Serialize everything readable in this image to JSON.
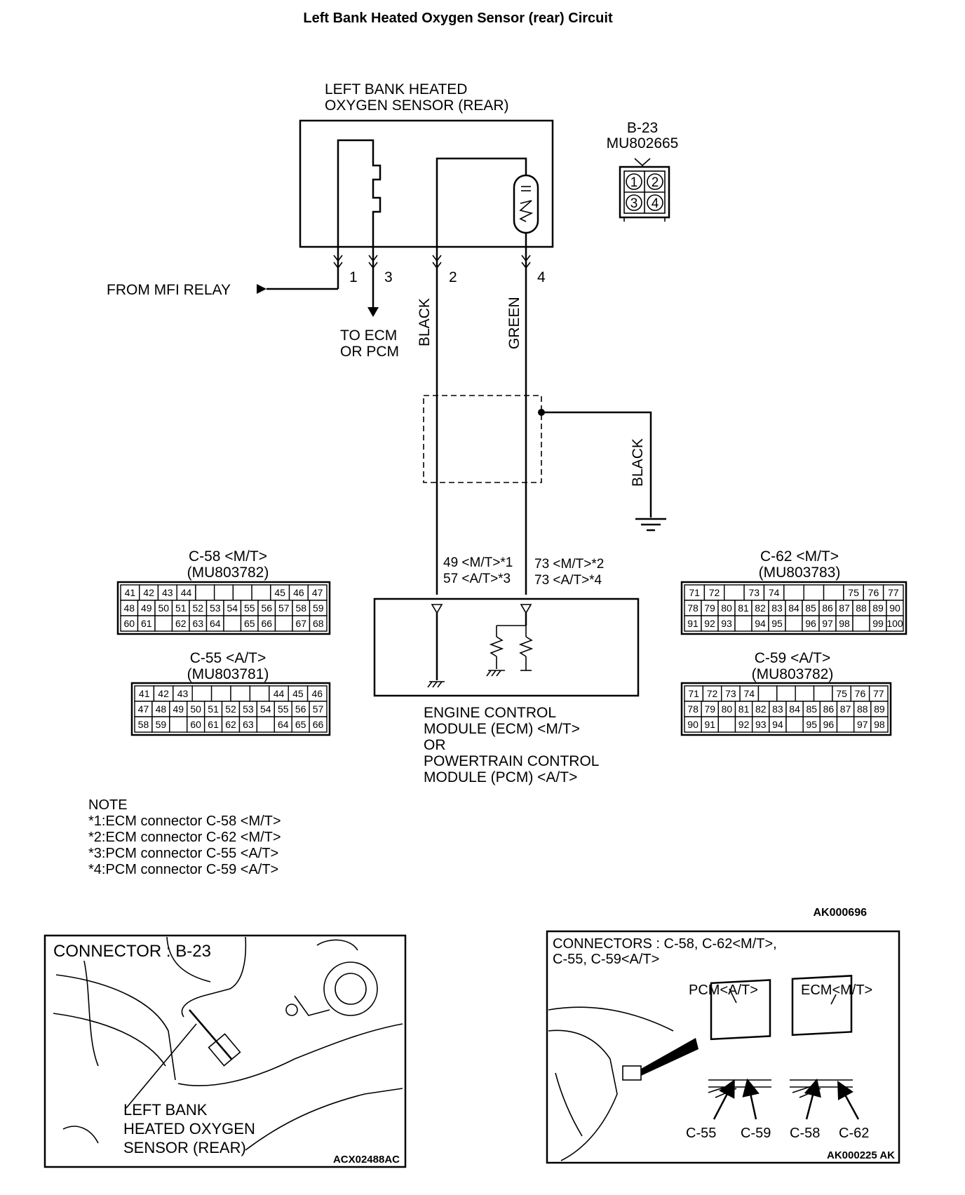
{
  "title": "Left Bank Heated Oxygen Sensor (rear) Circuit",
  "sensor_label": [
    "LEFT BANK HEATED",
    "OXYGEN SENSOR (REAR)"
  ],
  "connector_b23": {
    "id": "B-23",
    "part": "MU802665",
    "pins": [
      "1",
      "2",
      "3",
      "4"
    ]
  },
  "wires": {
    "pin1": "1",
    "pin2": "2",
    "pin3": "3",
    "pin4": "4",
    "from_mfi": "FROM MFI RELAY",
    "to_ecm": [
      "TO ECM",
      "OR PCM"
    ],
    "black": "BLACK",
    "green": "GREEN",
    "ground_black": "BLACK",
    "term_left": [
      "49 <M/T>*1",
      "57 <A/T>*3"
    ],
    "term_right": [
      "73 <M/T>*2",
      "73 <A/T>*4"
    ]
  },
  "module_label": [
    "ENGINE CONTROL",
    "MODULE (ECM) <M/T>",
    "OR",
    "POWERTRAIN CONTROL",
    "MODULE (PCM) <A/T>"
  ],
  "connectors": [
    {
      "id": "c58",
      "title": "C-58 <M/T>",
      "part": "(MU803782)",
      "rows": [
        [
          "41",
          "42",
          "43",
          "44",
          "",
          "",
          "",
          "",
          "45",
          "46",
          "47"
        ],
        [
          "48",
          "49",
          "50",
          "51",
          "52",
          "53",
          "54",
          "55",
          "56",
          "57",
          "58",
          "59"
        ],
        [
          "60",
          "61",
          "",
          "62",
          "63",
          "64",
          "",
          "65",
          "66",
          "",
          "67",
          "68"
        ]
      ]
    },
    {
      "id": "c55",
      "title": "C-55 <A/T>",
      "part": "(MU803781)",
      "rows": [
        [
          "41",
          "42",
          "43",
          "",
          "",
          "",
          "",
          "44",
          "45",
          "46"
        ],
        [
          "47",
          "48",
          "49",
          "50",
          "51",
          "52",
          "53",
          "54",
          "55",
          "56",
          "57"
        ],
        [
          "58",
          "59",
          "",
          "60",
          "61",
          "62",
          "63",
          "",
          "64",
          "65",
          "66"
        ]
      ]
    },
    {
      "id": "c62",
      "title": "C-62 <M/T>",
      "part": "(MU803783)",
      "rows": [
        [
          "71",
          "72",
          "",
          "73",
          "74",
          "",
          "",
          "",
          "75",
          "76",
          "77"
        ],
        [
          "78",
          "79",
          "80",
          "81",
          "82",
          "83",
          "84",
          "85",
          "86",
          "87",
          "88",
          "89",
          "90"
        ],
        [
          "91",
          "92",
          "93",
          "",
          "94",
          "95",
          "",
          "96",
          "97",
          "98",
          "",
          "99",
          "100"
        ]
      ]
    },
    {
      "id": "c59",
      "title": "C-59 <A/T>",
      "part": "(MU803782)",
      "rows": [
        [
          "71",
          "72",
          "73",
          "74",
          "",
          "",
          "",
          "",
          "75",
          "76",
          "77"
        ],
        [
          "78",
          "79",
          "80",
          "81",
          "82",
          "83",
          "84",
          "85",
          "86",
          "87",
          "88",
          "89"
        ],
        [
          "90",
          "91",
          "",
          "92",
          "93",
          "94",
          "",
          "95",
          "96",
          "",
          "97",
          "98"
        ]
      ]
    }
  ],
  "notes": {
    "heading": "NOTE",
    "items": [
      "*1:ECM connector C-58 <M/T>",
      "*2:ECM connector C-62 <M/T>",
      "*3:PCM connector C-55 <A/T>",
      "*4:PCM connector C-59 <A/T>"
    ]
  },
  "ref_code": "AK000696",
  "photo_left": {
    "title": "CONNECTOR : B-23",
    "label": [
      "LEFT BANK",
      "HEATED OXYGEN",
      "SENSOR (REAR)"
    ],
    "code": "ACX02488AC"
  },
  "photo_right": {
    "title": [
      "CONNECTORS : C-58, C-62<M/T>,",
      "C-55, C-59<A/T>"
    ],
    "pcm": "PCM<A/T>",
    "ecm": "ECM<M/T>",
    "labels": [
      "C-55",
      "C-59",
      "C-58",
      "C-62"
    ],
    "code": "AK000225 AK"
  }
}
